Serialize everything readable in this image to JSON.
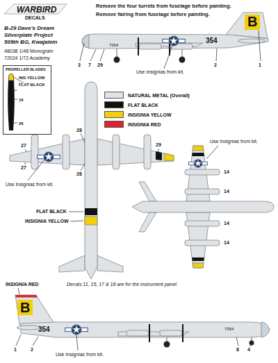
{
  "diagram": {
    "title": "B-29 Dave's Dream Silverplate Project 509th BG, Kwajalein",
    "nodes": [
      {
        "text": [
          "PROPELLER BLADES",
          "INS.YELLOW",
          "FLAT BLACK",
          "16",
          "26"
        ]
      }
    ],
    "labels": [
      "WARBIRD",
      "DECALS",
      "Remove the four turrets from fuselage before painting.",
      "Remove fairing from fuselage before painting.",
      "48038 1/48 Monogram",
      "72024 1/72 Academy",
      "B",
      "354",
      "7354",
      "3",
      "7",
      "29",
      "2",
      "1",
      "Use Insignias from kit.",
      "27",
      "28",
      "29",
      "27",
      "28",
      "Use Insignias from kit.",
      "14",
      "14",
      "14",
      "14",
      "FLAT BLACK",
      "INSIGNIA YELLOW",
      "Use Insignias from kit.",
      "INSIGNIA RED",
      "Decals 11, 15, 17 & 18 are for the instrument panel.",
      "B",
      "354",
      "7354",
      "1",
      "2",
      "8",
      "4",
      "Use Insignias from kit."
    ],
    "legend": [
      {
        "text": "NATURAL METAL (Overall)",
        "color": "#dfe3e6"
      },
      {
        "text": "FLAT BLACK",
        "color": "#111111"
      },
      {
        "text": "INSIGNIA YELLOW",
        "color": "#f2cf0a"
      },
      {
        "text": "INSIGNIA RED",
        "color": "#d8262a"
      }
    ]
  }
}
